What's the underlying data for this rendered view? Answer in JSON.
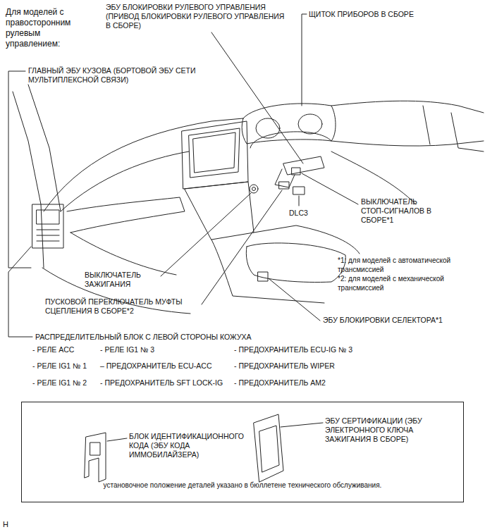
{
  "diagram": {
    "nodes": [
      {
        "text": [
          "БЛОК ИДЕНТИФИКАЦИОННОГО КОДА (ЭБУ КОДА ИММОБИЛАЙЗЕРА)",
          "ЭБУ СЕРТИФИКАЦИИ (ЭБУ ЭЛЕКТРОННОГО КЛЮЧА ЗАЖИГАНИЯ В СБОРЕ)",
          "установочное положение деталей указано в бюллетене технического обслуживания."
        ]
      }
    ],
    "labels": [
      "Для моделей с правосторонним рулевым управлением:",
      "ЭБУ БЛОКИРОВКИ РУЛЕВОГО УПРАВЛЕНИЯ (ПРИВОД БЛОКИРОВКИ РУЛЕВОГО УПРАВЛЕНИЯ В СБОРЕ)",
      "ЩИТОК ПРИБОРОВ В СБОРЕ",
      "ГЛАВНЫЙ ЭБУ КУЗОВА (БОРТОВОЙ ЭБУ СЕТИ МУЛЬТИПЛЕКСНОЙ СВЯЗИ)",
      "ВЫКЛЮЧАТЕЛЬ СТОП-СИГНАЛОВ В СБОРЕ*1",
      "DLC3",
      "*1: для моделей с автоматической трансмиссией",
      "*2: для моделей с механической трансмиссией",
      "ВЫКЛЮЧАТЕЛЬ ЗАЖИГАНИЯ",
      "ПУСКОВОЙ ПЕРЕКЛЮЧАТЕЛЬ МУФТЫ СЦЕПЛЕНИЯ В СБОРЕ*2",
      "ЭБУ БЛОКИРОВКИ СЕЛЕКТОРА*1",
      "РАСПРЕДЕЛИТЕЛЬНЫЙ БЛОК С ЛЕВОЙ СТОРОНЫ КОЖУХА",
      "- РЕЛЕ ACC",
      "- РЕЛЕ IG1 № 1",
      "- РЕЛЕ IG1 № 2",
      "- РЕЛЕ IG1 № 3",
      "– ПРЕДОХРАНИТЕЛЬ ECU-ACC",
      "- ПРЕДОХРАНИТЕЛЬ SFT LOCK-IG",
      "- ПРЕДОХРАНИТЕЛЬ ECU-IG № 3",
      "- ПРЕДОХРАНИТЕЛЬ WIPER",
      "- ПРЕДОХРАНИТЕЛЬ AM2",
      "H"
    ]
  }
}
